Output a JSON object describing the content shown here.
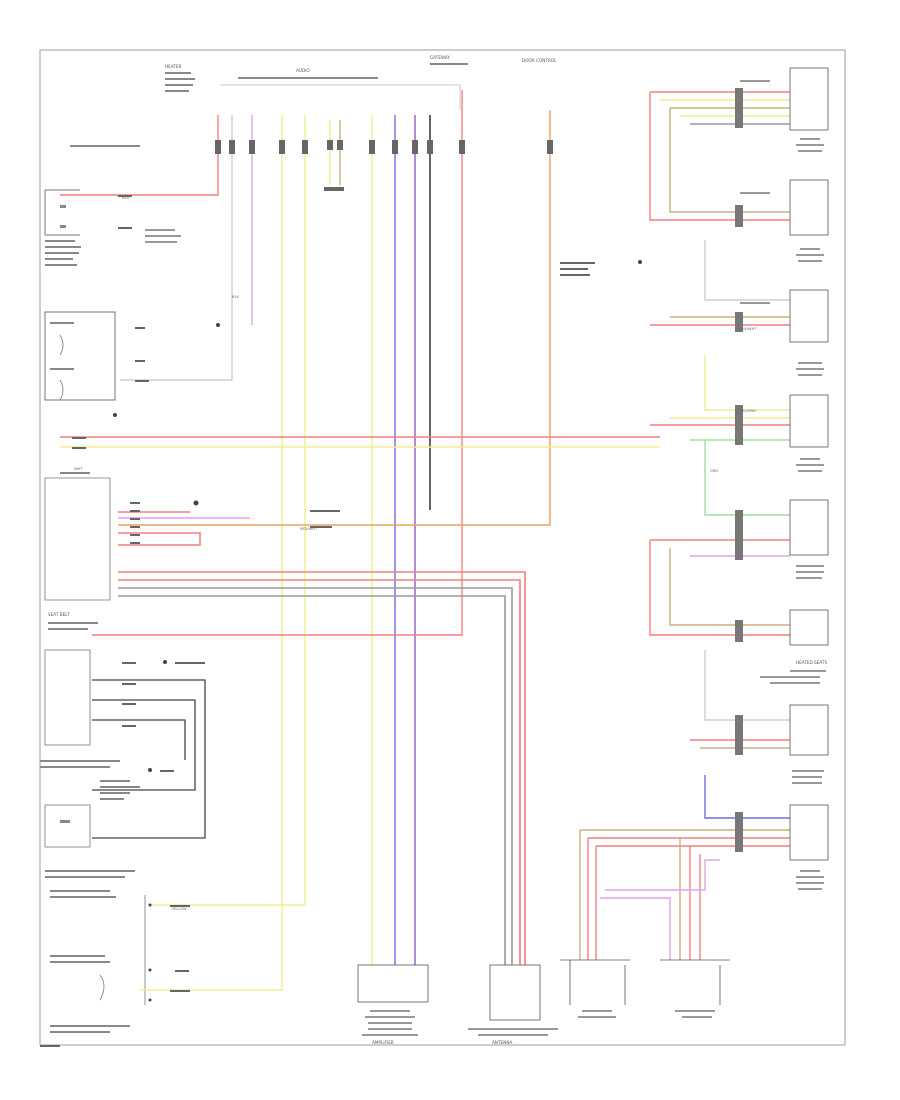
{
  "diagram": {
    "colors": {
      "red": "#f47f7f",
      "pink": "#f7b0b0",
      "yellow": "#f2ec8e",
      "blue": "#6e6ee0",
      "violet": "#9a58c2",
      "orange": "#f0a05a",
      "green": "#9ee29e",
      "magenta": "#e2a4ee",
      "gray": "#9a9a9a",
      "tan": "#c9b27a",
      "black": "#222222",
      "frame": "#9e9e9e",
      "box": "#555555"
    },
    "labels": {
      "heater": "HEATER",
      "audio": "AUDIO",
      "heated_seats": "HEATED SEATS",
      "seat_belt": "SEAT BELT",
      "yellow": "YELLOW",
      "red": "RED",
      "blk": "BLK",
      "wht": "WHT",
      "grn": "GRN",
      "red_wht": "RED/WHT",
      "blk_wht": "BLK/WHT",
      "yel_grn": "YEL/GRN",
      "amplifier": "AMPLIFIER",
      "antenna": "ANTENNA",
      "gateway": "GATEWAY",
      "door_control": "DOOR CONTROL"
    }
  }
}
